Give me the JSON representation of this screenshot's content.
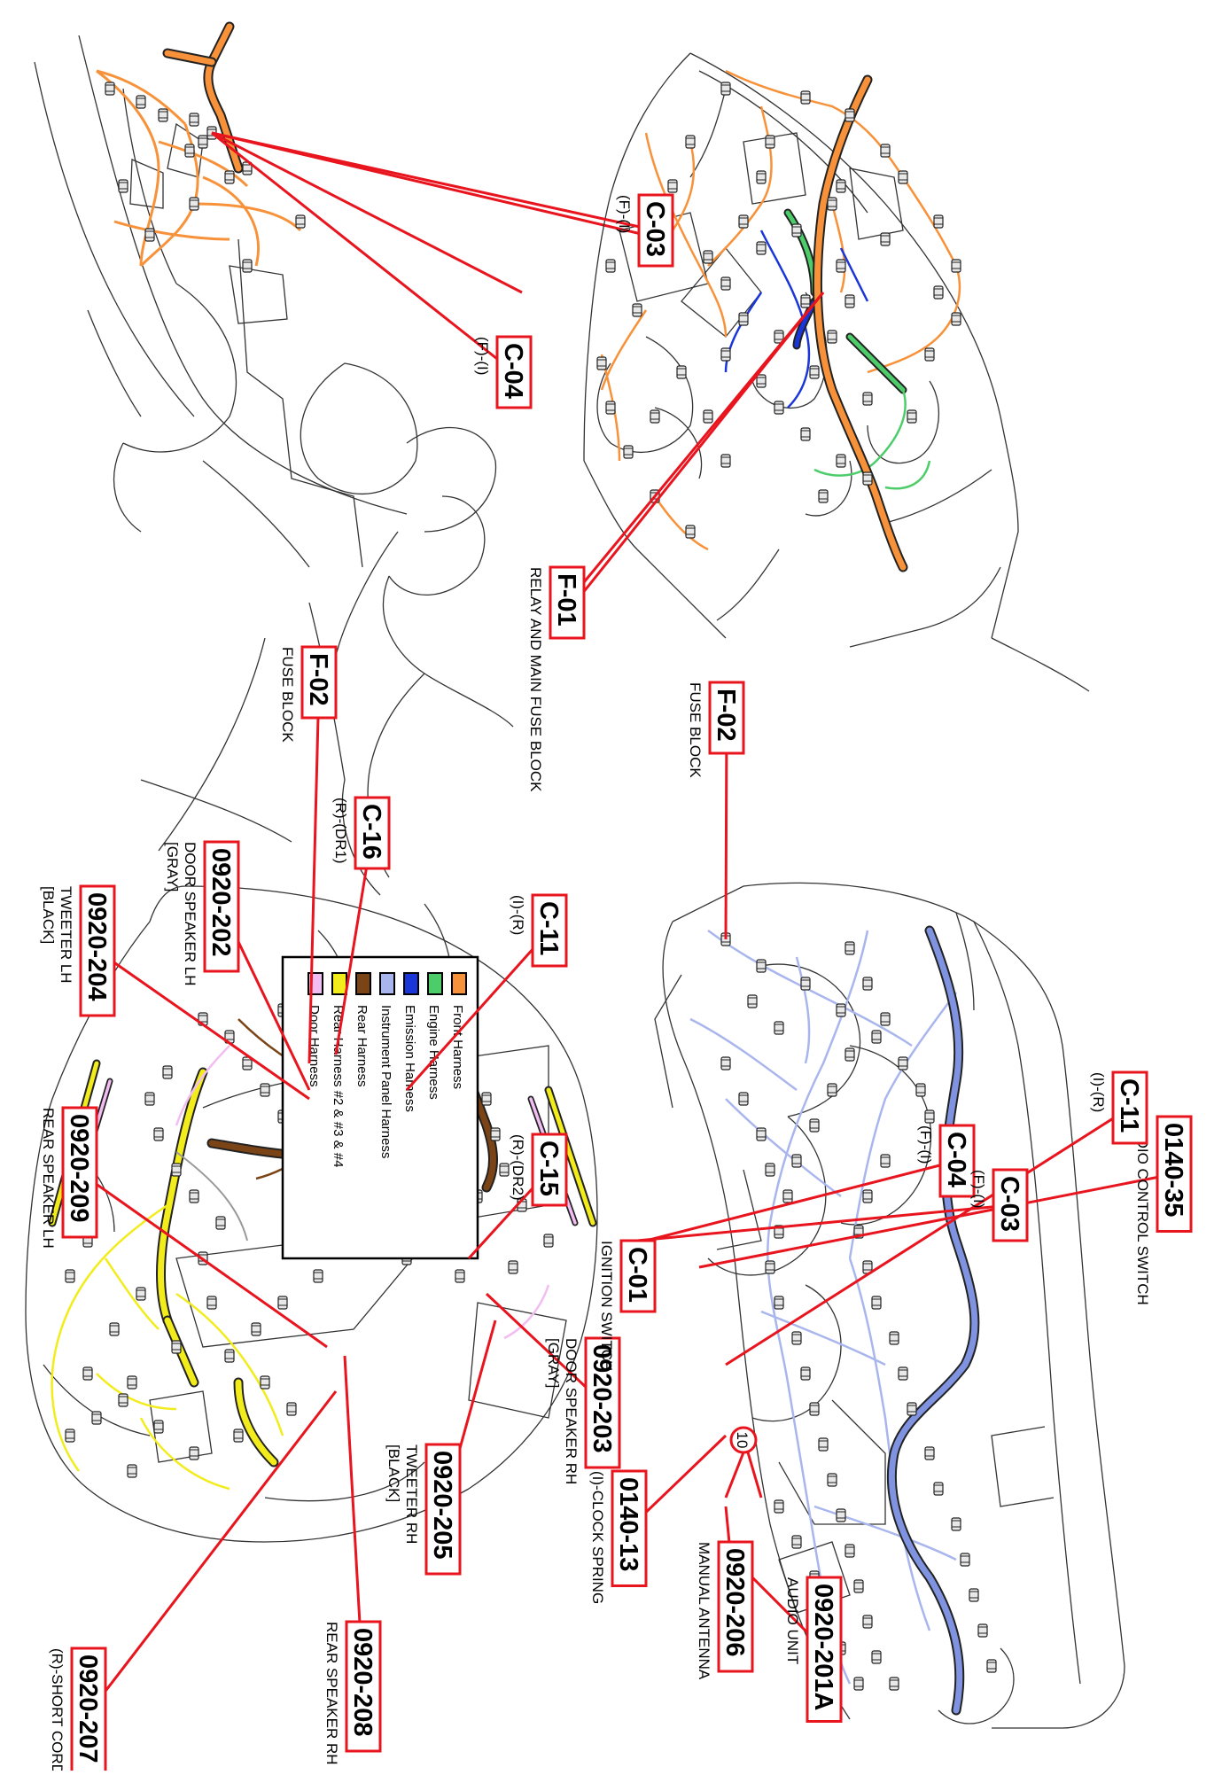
{
  "callouts": [
    {
      "code": "C-03",
      "desc": [
        "(F)-(I)"
      ]
    },
    {
      "code": "C-04",
      "desc": [
        "(F)-(I)"
      ]
    },
    {
      "code": "F-01",
      "desc": [
        "RELAY AND MAIN FUSE BLOCK"
      ]
    },
    {
      "code": "F-02",
      "desc": [
        "FUSE BLOCK"
      ]
    },
    {
      "code": "0920-202",
      "desc": [
        "DOOR SPEAKER LH",
        "[GRAY]"
      ]
    },
    {
      "code": "C-16",
      "desc": [
        "(R)-(DR1)"
      ]
    },
    {
      "code": "0920-204",
      "desc": [
        "TWEETER LH",
        "[BLACK]"
      ]
    },
    {
      "code": "C-11",
      "desc": [
        "(I)-(R)"
      ]
    },
    {
      "code": "0920-209",
      "desc": [
        "REAR SPEAKER LH"
      ]
    },
    {
      "code": "C-15",
      "desc": [
        "(R)-(DR2)"
      ]
    },
    {
      "code": "0920-203",
      "desc": [
        "DOOR SPEAKER RH",
        "[GRAY]"
      ]
    },
    {
      "code": "0920-205",
      "desc": [
        "TWEETER RH",
        "[BLACK]"
      ]
    },
    {
      "code": "0920-208",
      "desc": [
        "REAR SPEAKER RH"
      ]
    },
    {
      "code": "0920-207",
      "desc": [
        "(R)-SHORT CORD"
      ]
    },
    {
      "code": "F-02",
      "desc": [
        "FUSE BLOCK"
      ]
    },
    {
      "code": "0140-35",
      "desc": [
        "AUDIO CONTROL SWITCH"
      ]
    },
    {
      "code": "C-04",
      "desc": [
        "(F)-(I)"
      ]
    },
    {
      "code": "C-03",
      "desc": [
        "(F)-(I)"
      ]
    },
    {
      "code": "C-11",
      "desc": [
        "(I)-(R)"
      ]
    },
    {
      "code": "C-01",
      "desc": [
        "IGNITION SWITCH"
      ]
    },
    {
      "code": "0140-13",
      "desc": [
        "(I)-CLOCK SPRING"
      ]
    },
    {
      "code": "0920-206",
      "desc": [
        "MANUAL ANTENNA"
      ]
    },
    {
      "code": "0920-201A",
      "desc": [
        "AUDIO UNIT"
      ]
    }
  ],
  "ground_marker": "10",
  "legend": [
    {
      "label": "Front Harness",
      "color": "#f7923a"
    },
    {
      "label": "Engine Harness",
      "color": "#4ccd6a"
    },
    {
      "label": "Emission Harness",
      "color": "#1a35d8"
    },
    {
      "label": "Instrument Panel Harness",
      "color": "#a9b6ee"
    },
    {
      "label": "Rear Harness",
      "color": "#7a4416"
    },
    {
      "label": "Rear Harness #2 & #3 & #4",
      "color": "#f2ec1c"
    },
    {
      "label": "Door Harness",
      "color": "#f2bdf2"
    }
  ]
}
